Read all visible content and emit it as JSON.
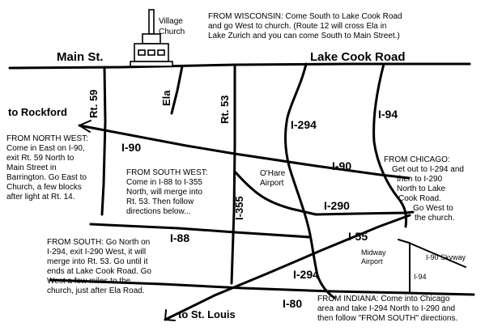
{
  "church": {
    "label_line1": "Village",
    "label_line2": "Church"
  },
  "roads": {
    "main_st": "Main St.",
    "lake_cook": "Lake Cook Road",
    "rt59": "Rt. 59",
    "ela": "Ela",
    "rt53": "Rt. 53",
    "i294_north": "I-294",
    "i94": "I-94",
    "i90_west": "I-90",
    "i90_east": "I-90",
    "i290": "I-290",
    "i355": "I-355",
    "i88": "I-88",
    "i55": "I-55",
    "i294_south": "I-294",
    "i80": "I-80",
    "i90_skyway": "I-90 Skyway",
    "i94_south": "I-94"
  },
  "places": {
    "rockford": "to Rockford",
    "st_louis": "to St. Louis",
    "ohare_line1": "O'Hare",
    "ohare_line2": "Airport",
    "midway_line1": "Midway",
    "midway_line2": "Airport"
  },
  "directions": {
    "wisconsin": [
      "FROM WISCONSIN:  Come South to Lake Cook Road",
      "and go West to church. (Route 12 will cross Ela in",
      "Lake Zurich and you can come South to Main Street.)"
    ],
    "northwest": [
      "FROM NORTH WEST:",
      "Come in East on I-90,",
      "exit Rt. 59 North to",
      "Main Street in",
      "Barrington.  Go East to",
      "Church, a few blocks",
      "after light at Rt. 14."
    ],
    "southwest": [
      "FROM SOUTH WEST:",
      "Come in I-88 to I-355",
      "North, will merge into",
      "Rt. 53.  Then follow",
      "directions below..."
    ],
    "chicago": [
      "FROM CHICAGO:",
      "Get out to I-294 and",
      "then to I-290",
      "North to Lake",
      "Cook Road.",
      "Go West to",
      "the church."
    ],
    "south": [
      "FROM SOUTH: Go North on",
      "I-294, exit I-290 West, it will",
      "merge into Rt. 53.  Go until it",
      "ends at Lake Cook Road.  Go",
      "West a few miles to the",
      "church, just after Ela Road."
    ],
    "indiana": [
      "FROM INDIANA: Come into Chicago",
      "area and take I-294 North to I-290 and",
      "then follow \"FROM SOUTH\" directions."
    ]
  }
}
